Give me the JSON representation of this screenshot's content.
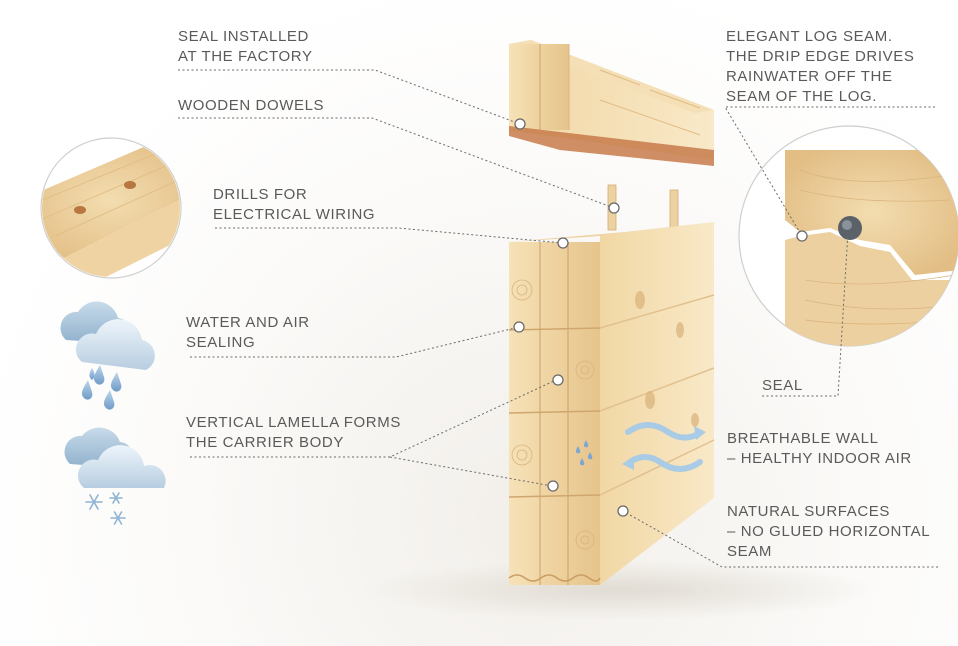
{
  "labels": {
    "seal_factory": [
      "SEAL INSTALLED",
      "AT THE FACTORY"
    ],
    "dowels": [
      "WOODEN DOWELS"
    ],
    "drills": [
      "DRILLS FOR",
      "ELECTRICAL WIRING"
    ],
    "water_air": [
      "WATER AND AIR",
      "SEALING"
    ],
    "lamella": [
      "VERTICAL LAMELLA FORMS",
      "THE CARRIER BODY"
    ],
    "log_seam": [
      "ELEGANT LOG SEAM.",
      "THE DRIP EDGE DRIVES",
      "RAINWATER OFF THE",
      "SEAM OF THE LOG."
    ],
    "seal": [
      "SEAL"
    ],
    "breathable": [
      "BREATHABLE WALL",
      "– HEALTHY INDOOR AIR"
    ],
    "natural": [
      "NATURAL SURFACES",
      "– NO GLUED HORIZONTAL",
      "SEAM"
    ]
  },
  "colors": {
    "text": "#5a5a5a",
    "leader": "#6a6a6a",
    "wood_light": "#f3dcae",
    "wood_mid": "#e8c68f",
    "wood_dark": "#c9a068",
    "cloud": "#b9cfe0",
    "drop": "#8fb4d6",
    "arrow": "#a9cbe6"
  },
  "icons": [
    "rain-cloud-icon",
    "snow-cloud-icon",
    "airflow-arrows-icon"
  ]
}
